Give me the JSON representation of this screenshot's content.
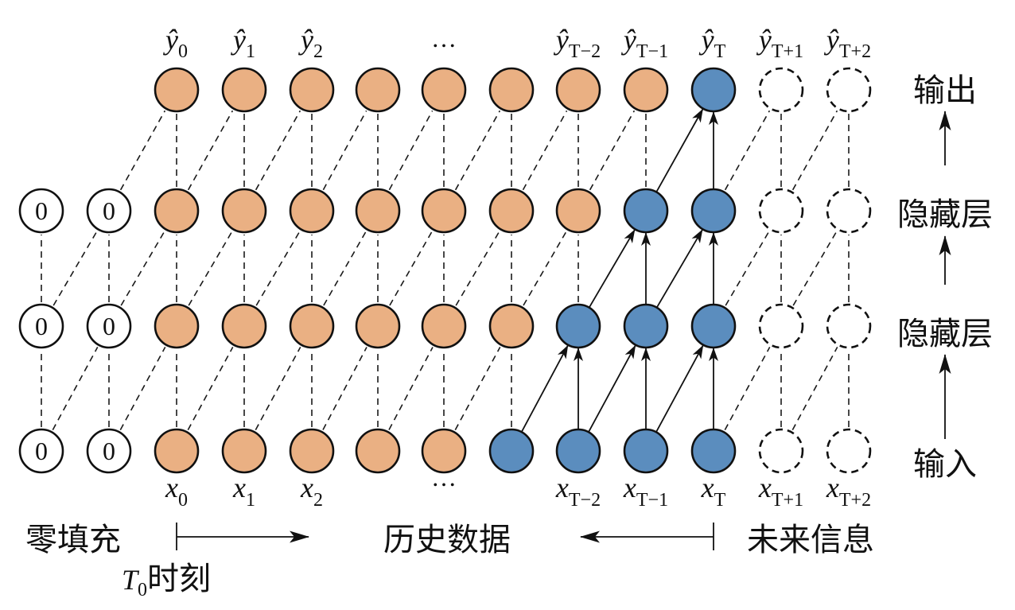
{
  "diagram": {
    "highlight_fill": "#5B8DBE",
    "layers": [
      {
        "label": "输入",
        "nodes": [
          {
            "fill": "#FFFFFF",
            "text": "0"
          },
          {
            "fill": "#FFFFFF",
            "text": "0"
          },
          {
            "fill": "#EAB083"
          },
          {
            "fill": "#EAB083"
          },
          {
            "fill": "#EAB083"
          },
          {
            "fill": "#EAB083"
          },
          {
            "fill": "#EAB083"
          },
          {
            "fill": "#5B8DBE"
          },
          {
            "fill": "#5B8DBE"
          },
          {
            "fill": "#5B8DBE"
          },
          {
            "fill": "#5B8DBE"
          },
          {
            "fill": "#FFFFFF",
            "dashed": true
          },
          {
            "fill": "#FFFFFF",
            "dashed": true
          }
        ]
      },
      {
        "label": "隐藏层",
        "nodes": [
          {
            "fill": "#FFFFFF",
            "text": "0"
          },
          {
            "fill": "#FFFFFF",
            "text": "0"
          },
          {
            "fill": "#EAB083"
          },
          {
            "fill": "#EAB083"
          },
          {
            "fill": "#EAB083"
          },
          {
            "fill": "#EAB083"
          },
          {
            "fill": "#EAB083"
          },
          {
            "fill": "#EAB083"
          },
          {
            "fill": "#5B8DBE"
          },
          {
            "fill": "#5B8DBE"
          },
          {
            "fill": "#5B8DBE"
          },
          {
            "fill": "#FFFFFF",
            "dashed": true
          },
          {
            "fill": "#FFFFFF",
            "dashed": true
          }
        ]
      },
      {
        "label": "隐藏层",
        "nodes": [
          {
            "fill": "#FFFFFF",
            "text": "0"
          },
          {
            "fill": "#FFFFFF",
            "text": "0"
          },
          {
            "fill": "#EAB083"
          },
          {
            "fill": "#EAB083"
          },
          {
            "fill": "#EAB083"
          },
          {
            "fill": "#EAB083"
          },
          {
            "fill": "#EAB083"
          },
          {
            "fill": "#EAB083"
          },
          {
            "fill": "#EAB083"
          },
          {
            "fill": "#5B8DBE"
          },
          {
            "fill": "#5B8DBE"
          },
          {
            "fill": "#FFFFFF",
            "dashed": true
          },
          {
            "fill": "#FFFFFF",
            "dashed": true
          }
        ]
      },
      {
        "label": "输出",
        "nodes": [
          null,
          null,
          {
            "fill": "#EAB083"
          },
          {
            "fill": "#EAB083"
          },
          {
            "fill": "#EAB083"
          },
          {
            "fill": "#EAB083"
          },
          {
            "fill": "#EAB083"
          },
          {
            "fill": "#EAB083"
          },
          {
            "fill": "#EAB083"
          },
          {
            "fill": "#EAB083"
          },
          {
            "fill": "#5B8DBE"
          },
          {
            "fill": "#FFFFFF",
            "dashed": true
          },
          {
            "fill": "#FFFFFF",
            "dashed": true
          }
        ]
      }
    ],
    "top_labels": [
      null,
      null,
      {
        "base": "ŷ",
        "sub": "0"
      },
      {
        "base": "ŷ",
        "sub": "1"
      },
      {
        "base": "ŷ",
        "sub": "2"
      },
      null,
      {
        "text": "…"
      },
      null,
      {
        "base": "ŷ",
        "sub": "T−2"
      },
      {
        "base": "ŷ",
        "sub": "T−1"
      },
      {
        "base": "ŷ",
        "sub": "T"
      },
      {
        "base": "ŷ",
        "sub": "T+1"
      },
      {
        "base": "ŷ",
        "sub": "T+2"
      }
    ],
    "bottom_labels": [
      null,
      null,
      {
        "base": "x",
        "sub": "0"
      },
      {
        "base": "x",
        "sub": "1"
      },
      {
        "base": "x",
        "sub": "2"
      },
      null,
      {
        "text": "…"
      },
      null,
      {
        "base": "x",
        "sub": "T−2"
      },
      {
        "base": "x",
        "sub": "T−1"
      },
      {
        "base": "x",
        "sub": "T"
      },
      {
        "base": "x",
        "sub": "T+1"
      },
      {
        "base": "x",
        "sub": "T+2"
      }
    ]
  },
  "annotations": {
    "zero_padding": "零填充",
    "t0": {
      "base": "T",
      "sub": "0",
      "suffix": "时刻"
    },
    "history": "历史数据",
    "future": "未来信息"
  }
}
